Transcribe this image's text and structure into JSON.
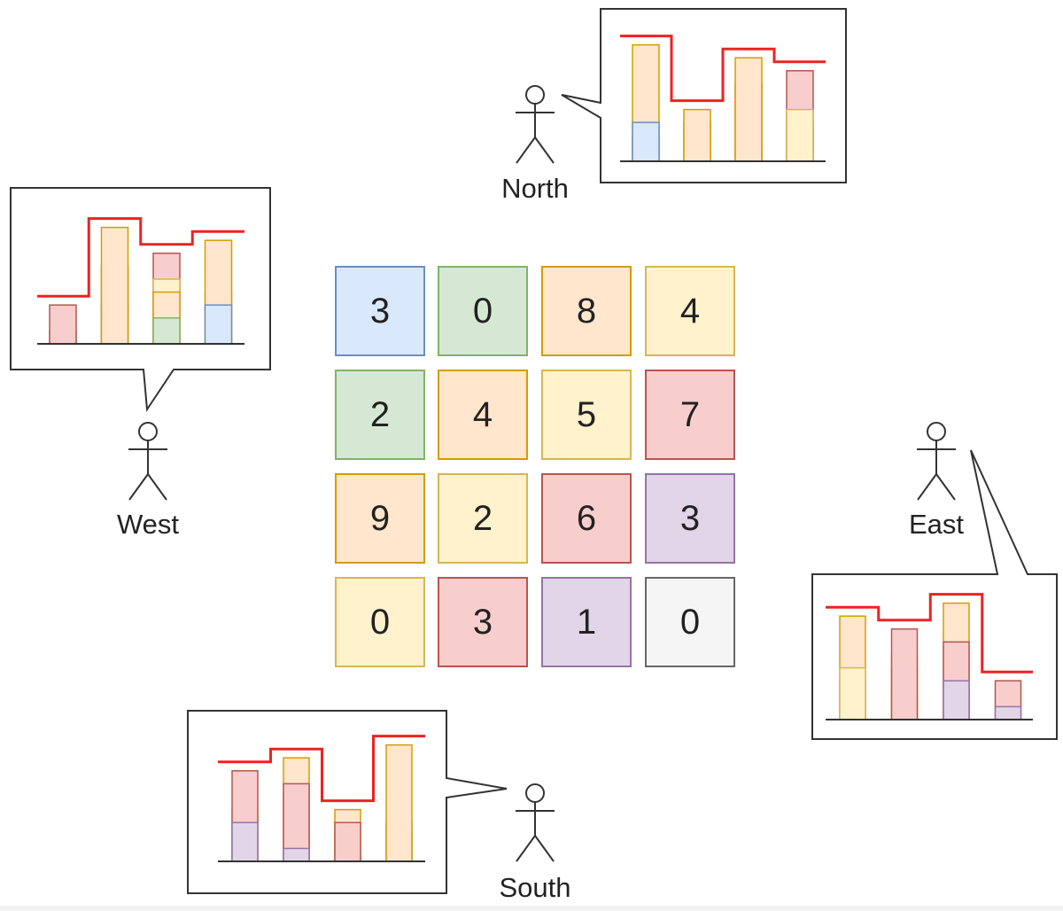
{
  "colors": {
    "blue": {
      "fill": "#dae8fc",
      "stroke": "#6c8ebf"
    },
    "green": {
      "fill": "#d5e8d4",
      "stroke": "#82b366"
    },
    "orange": {
      "fill": "#ffe6cc",
      "stroke": "#d79b00"
    },
    "yellow": {
      "fill": "#fff2cc",
      "stroke": "#d6b656"
    },
    "red": {
      "fill": "#f8cecc",
      "stroke": "#b85450"
    },
    "purple": {
      "fill": "#e1d5e7",
      "stroke": "#9673a6"
    },
    "gray": {
      "fill": "#f5f5f5",
      "stroke": "#666666"
    },
    "skyline": "#ee2222"
  },
  "grid": [
    [
      {
        "value": "3",
        "color": "blue"
      },
      {
        "value": "0",
        "color": "green"
      },
      {
        "value": "8",
        "color": "orange"
      },
      {
        "value": "4",
        "color": "yellow"
      }
    ],
    [
      {
        "value": "2",
        "color": "green"
      },
      {
        "value": "4",
        "color": "orange"
      },
      {
        "value": "5",
        "color": "yellow"
      },
      {
        "value": "7",
        "color": "red"
      }
    ],
    [
      {
        "value": "9",
        "color": "orange"
      },
      {
        "value": "2",
        "color": "yellow"
      },
      {
        "value": "6",
        "color": "red"
      },
      {
        "value": "3",
        "color": "purple"
      }
    ],
    [
      {
        "value": "0",
        "color": "yellow"
      },
      {
        "value": "3",
        "color": "red"
      },
      {
        "value": "1",
        "color": "purple"
      },
      {
        "value": "0",
        "color": "gray"
      }
    ]
  ],
  "viewers": {
    "north": {
      "label": "North"
    },
    "west": {
      "label": "West"
    },
    "east": {
      "label": "East"
    },
    "south": {
      "label": "South"
    }
  }
}
